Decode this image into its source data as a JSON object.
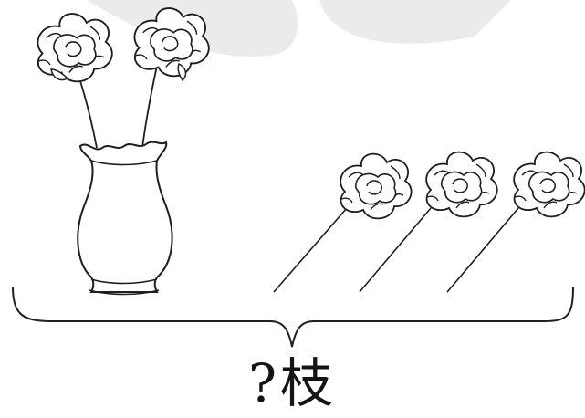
{
  "colors": {
    "background": "#ffffff",
    "line": "#1e1e1e",
    "watermark": "#ebebeb"
  },
  "icons": {
    "vase": "vase-with-two-flowers",
    "flower": "flower-icon",
    "brace": "curly-brace-icon"
  },
  "illustration": {
    "flowers_in_vase": 2,
    "loose_flowers": 3
  },
  "caption": {
    "question_mark": "?",
    "unit": "枝"
  }
}
